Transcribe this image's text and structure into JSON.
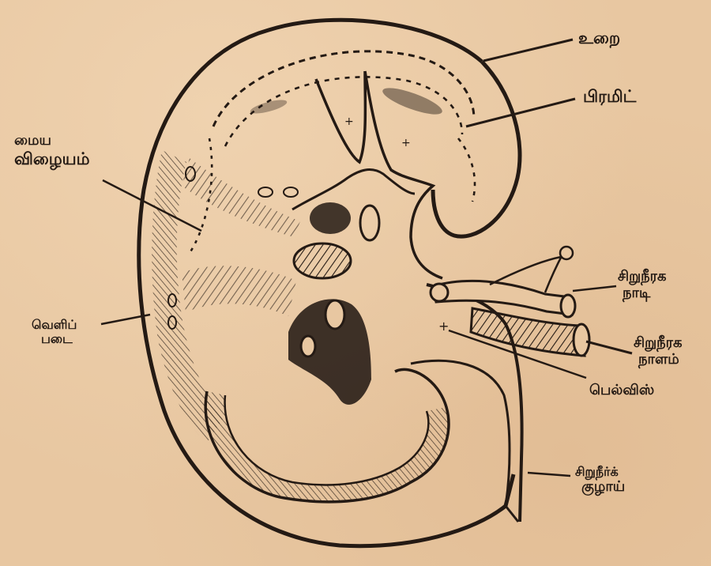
{
  "labels": {
    "capsule": "உறை",
    "pyramid": "பிரமிட்",
    "medulla_line1": "மைய",
    "medulla_line2": "விழையம்",
    "renal_artery_line1": "சிறுநீரக",
    "renal_artery_line2": "நாடி",
    "renal_vein_line1": "சிறுநீரக",
    "renal_vein_line2": "நாளம்",
    "pelvis": "பெல்விஸ்",
    "cortex_line1": "வெளிப்",
    "cortex_line2": "படை",
    "ureter_line1": "சிறுநீர்க்",
    "ureter_line2": "குழாய்"
  },
  "colors": {
    "paper": "#e8c7a1",
    "ink": "#241a14"
  }
}
